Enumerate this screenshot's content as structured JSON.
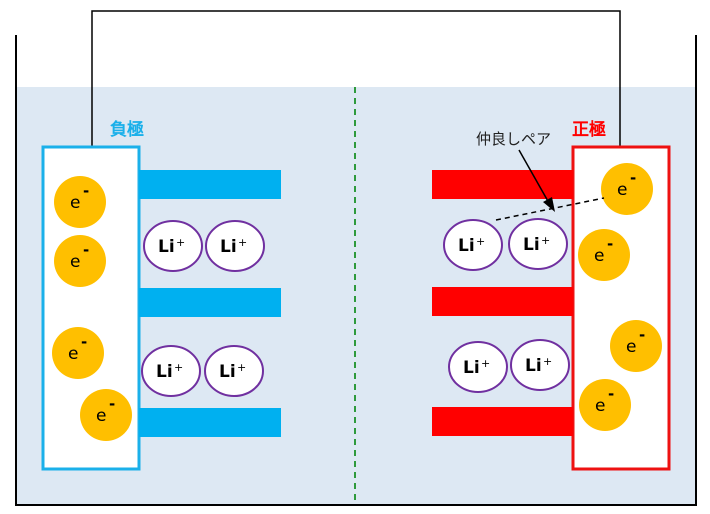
{
  "negative_label": "負極",
  "positive_label": "正極",
  "annotation": "仲良しペア",
  "electron": "e",
  "electron_sup": "-",
  "lithium": "Li",
  "lithium_sup": "+",
  "colors": {
    "electrolyte": "#dde8f3",
    "negative": "#1ab0ea",
    "positive": "#ff0000",
    "electron_fill": "#ffbf00",
    "ion_border": "#7030a0",
    "separator": "#2e9a3c"
  }
}
